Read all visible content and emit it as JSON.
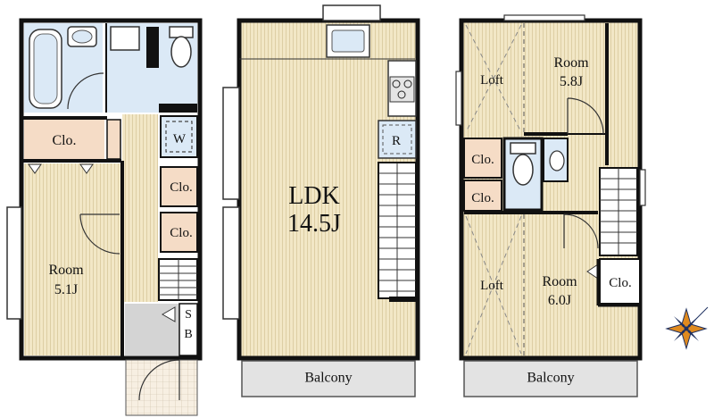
{
  "floor1": {
    "rooms": {
      "closet": "Clo.",
      "washer": "W",
      "closet_hall_1": "Clo.",
      "closet_hall_2": "Clo.",
      "room_name": "Room",
      "room_size": "5.1J",
      "storage_s": "S",
      "storage_b": "B"
    }
  },
  "floor2": {
    "rooms": {
      "ldk_name": "LDK",
      "ldk_size": "14.5J",
      "fridge": "R",
      "balcony": "Balcony"
    }
  },
  "floor3": {
    "rooms": {
      "loft_top": "Loft",
      "room_top_name": "Room",
      "room_top_size": "5.8J",
      "closet_a": "Clo.",
      "closet_b": "Clo.",
      "loft_bottom": "Loft",
      "room_bottom_name": "Room",
      "room_bottom_size": "6.0J",
      "closet_c": "Clo.",
      "balcony": "Balcony"
    }
  },
  "colors": {
    "wood_floor": "#f1e6c4",
    "wet_area": "#dbe9f6",
    "closet": "#f5dcc6",
    "storage": "#d4d4d4",
    "balcony": "#e3e3e3",
    "wall": "#111111",
    "compass_orange": "#e08a1e",
    "compass_navy": "#1e3060"
  },
  "icons": [
    "stairs-icon",
    "compass-icon",
    "bathtub-icon",
    "toilet-icon",
    "sink-icon",
    "stove-icon",
    "door-swing-icon"
  ]
}
